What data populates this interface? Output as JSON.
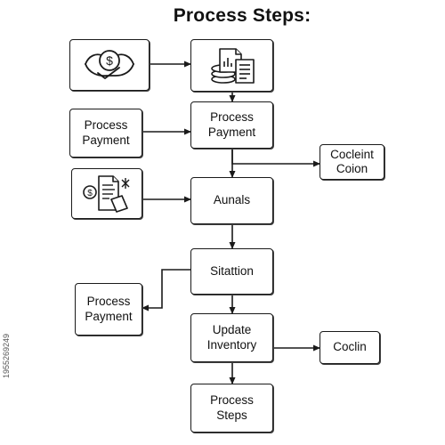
{
  "title": "Process Steps:",
  "nodes": {
    "payment_icon_box": {
      "icon": "dollar-hand-icon"
    },
    "finance_icon_box": {
      "icon": "finance-documents-icon"
    },
    "invoice_icon_box": {
      "icon": "invoice-document-icon"
    },
    "process_payment_left_top": {
      "label": "Process\nPayment"
    },
    "process_payment_center": {
      "label": "Process\nPayment"
    },
    "cocleint_coion": {
      "label": "Cocleint\nCoion"
    },
    "aunals": {
      "label": "Aunals"
    },
    "sitattion": {
      "label": "Sitattion"
    },
    "process_payment_left_bottom": {
      "label": "Process\nPayment"
    },
    "update_inventory": {
      "label": "Update\nInventory"
    },
    "coclin": {
      "label": "Coclin"
    },
    "process_steps": {
      "label": "Process\nSteps"
    }
  },
  "watermark": "1955269249",
  "colors": {
    "stroke": "#1a1a1a",
    "background": "#ffffff"
  }
}
